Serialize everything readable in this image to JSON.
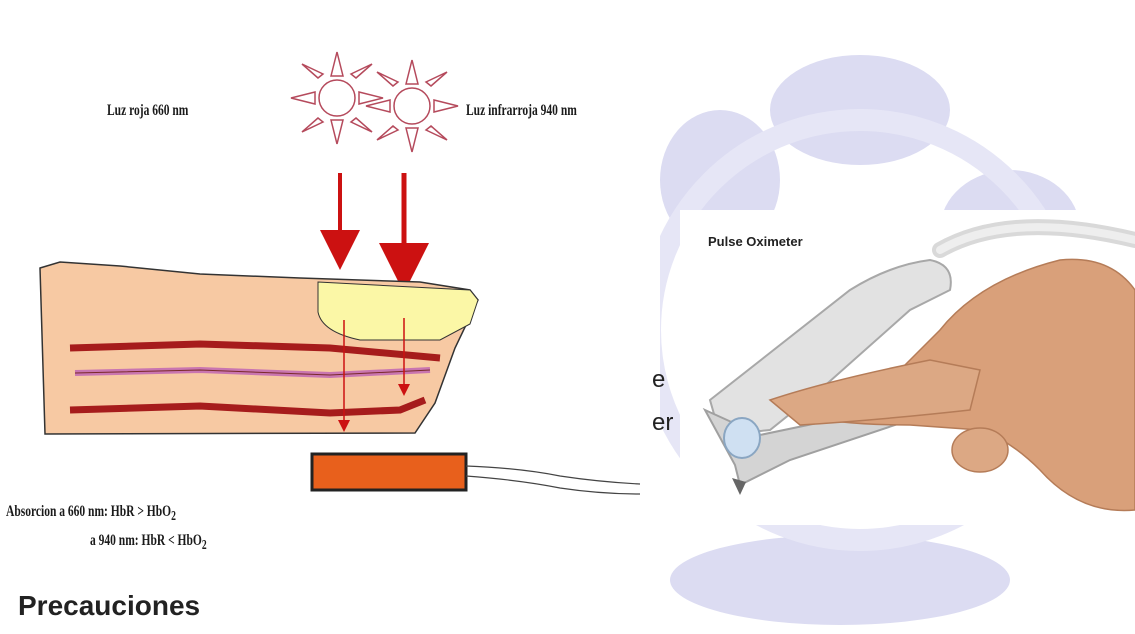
{
  "diagram": {
    "red_light_label": "Luz roja 660 nm",
    "infrared_light_label": "Luz infrarroja 940 nm",
    "absorption_line1": "Absorcion a 660 nm:  HbR > HbO",
    "absorption_line1_subscript": "2",
    "absorption_line2": "a 940 nm:  HbR < HbO",
    "absorption_line2_subscript": "2"
  },
  "background_text": {
    "fragment_1": "e",
    "fragment_2": "er"
  },
  "oximeter_image": {
    "title": "Pulse Oximeter"
  },
  "section": {
    "heading": "Precauciones"
  },
  "colors": {
    "watermark": "#dcdcf2",
    "skin": "#f7c9a3",
    "nail": "#fbf7a6",
    "vessel": "#a61c1c",
    "vein": "#c975b0",
    "arrow": "#cc1111",
    "sun": "#b54a5c",
    "detector": "#e8601c"
  }
}
